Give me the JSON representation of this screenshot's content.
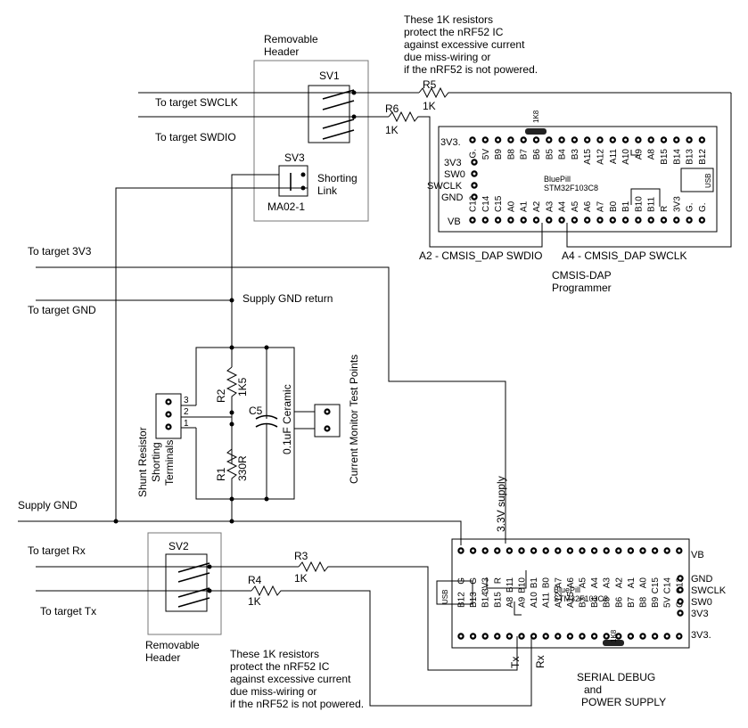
{
  "notes": {
    "top": [
      "These 1K resistors",
      "protect the nRF52 IC",
      "against excessive current",
      "due miss-wiring or",
      "if the nRF52 is not powered."
    ],
    "bottom": [
      "These 1K resistors",
      "protect the nRF52 IC",
      "against excessive current",
      "due miss-wiring or",
      "if the nRF52 is not powered."
    ]
  },
  "headers": {
    "top": [
      "Removable",
      "Header"
    ],
    "bottom": [
      "Removable",
      "Header"
    ],
    "sv1": "SV1",
    "sv2": "SV2",
    "sv3": "SV3",
    "sv3_part": "MA02-1",
    "shorting_link": [
      "Shorting",
      "Link"
    ]
  },
  "resistors": {
    "r5": {
      "name": "R5",
      "value": "1K"
    },
    "r6": {
      "name": "R6",
      "value": "1K"
    },
    "r3": {
      "name": "R3",
      "value": "1K"
    },
    "r4": {
      "name": "R4",
      "value": "1K"
    },
    "r2": {
      "name": "R2",
      "value": "1K5"
    },
    "r1": {
      "name": "R1",
      "value": "330R"
    },
    "c5": {
      "name": "C5",
      "value": "0.1uF Ceramic"
    }
  },
  "nets": {
    "swclk": "To target SWCLK",
    "swdio": "To target SWDIO",
    "v3": "To target 3V3",
    "gnd": "To target GND",
    "gnd_return": "Supply GND return",
    "supply_gnd": "Supply GND",
    "rx": "To target Rx",
    "tx": "To target Tx",
    "supply_33": "3.3V supply",
    "a2": "A2 - CMSIS_DAP SWDIO",
    "a4": "A4 - CMSIS_DAP SWCLK",
    "tx_pin": "Tx",
    "rx_pin": "Rx"
  },
  "labels": {
    "cmsis": [
      "CMSIS-DAP",
      "Programmer"
    ],
    "serial": [
      "SERIAL DEBUG",
      "and",
      "POWER SUPPLY"
    ],
    "current_monitor": "Current Monitor Test Points",
    "shunt": [
      "Shunt Resistor",
      "Shorting",
      "Terminals"
    ],
    "shunt_pins": [
      "3",
      "2",
      "1"
    ]
  },
  "bp1": {
    "top_left": "3V3.",
    "left": [
      "3V3",
      "SW0",
      "SWCLK",
      "GND"
    ],
    "vb": "VB",
    "top_row": [
      "G.",
      "5V",
      "B9",
      "B8",
      "B7",
      "B6",
      "B5",
      "B4",
      "B3",
      "A15",
      "A12",
      "A11",
      "A10",
      "A9",
      "A8",
      "B15",
      "B14",
      "B13",
      "B12"
    ],
    "bottom_row": [
      "C13",
      "C14",
      "C15",
      "A0",
      "A1",
      "A2",
      "A3",
      "A4",
      "A5",
      "A6",
      "A7",
      "B0",
      "B1",
      "B10",
      "B11",
      "R",
      "3V3",
      "G.",
      "G."
    ],
    "name": [
      "BluePill",
      "STM32F103C8"
    ],
    "k8": "1K8",
    "usb": "USB"
  },
  "bp2": {
    "top_row": [
      "G",
      "G",
      "3V3",
      "R",
      "B11",
      "B10",
      "B1",
      "B0",
      "A7",
      "A6",
      "A5",
      "A4",
      "A3",
      "A2",
      "A1",
      "A0",
      "C15",
      "C14",
      "C13"
    ],
    "bottom_row": [
      "B12",
      "B13",
      "B14",
      "B15",
      "A8",
      "A9",
      "A10",
      "A11",
      "A12",
      "A15",
      "B3",
      "B4",
      "B5",
      "B6",
      "B7",
      "B8",
      "B9",
      "5V",
      "G."
    ],
    "right": [
      "VB",
      "GND",
      "SWCLK",
      "SW0",
      "3V3",
      "3V3."
    ],
    "name": [
      "BluePill",
      "STM32F103C8"
    ],
    "k8": "1K8",
    "usb": "USB"
  }
}
